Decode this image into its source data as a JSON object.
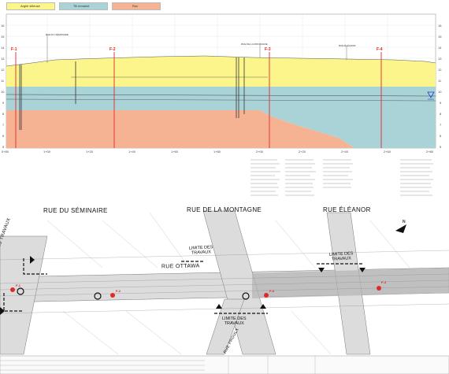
{
  "legend": [
    {
      "label": "Argile silteuse",
      "color": "#fbf58c"
    },
    {
      "label": "Till remanié",
      "color": "#a9d3d7"
    },
    {
      "label": "Roc",
      "color": "#f6b394"
    }
  ],
  "profile": {
    "left_axis": [
      "16",
      "15",
      "14",
      "13",
      "12",
      "11",
      "10",
      "9",
      "8",
      "7",
      "6",
      "5"
    ],
    "right_axis": [
      "16",
      "15",
      "14",
      "13",
      "12",
      "11",
      "10",
      "9",
      "8",
      "7",
      "6",
      "5"
    ],
    "chainage": [
      "0+80",
      "1+00",
      "1+20",
      "1+40",
      "1+60",
      "1+80",
      "2+00",
      "2+20",
      "2+40",
      "2+60",
      "2+80"
    ],
    "boreholes": [
      "F-1",
      "F-2",
      "F-3",
      "F-4"
    ],
    "street_labels": [
      "RUE DU SÉMINAIRE",
      "RUE DE LA MONTAGNE",
      "RUE ÉLÉANOR"
    ]
  },
  "plan": {
    "streets": {
      "seminaire": "RUE DU SÉMINAIRE",
      "montagne": "RUE DE LA MONTAGNE",
      "eleanor": "RUE ÉLÉANOR",
      "ottawa": "RUE OTTAWA",
      "travaux_v": "DES TRAVAUX",
      "proulx": "RUE PROULX"
    },
    "limits": [
      {
        "l1": "LIMITE DES",
        "l2": "TRAVAUX"
      },
      {
        "l1": "LIMITE DES",
        "l2": "TRAVAUX"
      },
      {
        "l1": "LIMITE DES",
        "l2": "TRAVAUX"
      }
    ],
    "boreholes": [
      "F-1",
      "F-2",
      "F-3",
      "F-4"
    ],
    "north_label": "N"
  },
  "colors": {
    "clay": "#fbf58c",
    "till": "#a9d3d7",
    "rock": "#f6b394",
    "marker": "#e02a2a",
    "arrow": "#111111",
    "road": "#bdbdbd"
  }
}
